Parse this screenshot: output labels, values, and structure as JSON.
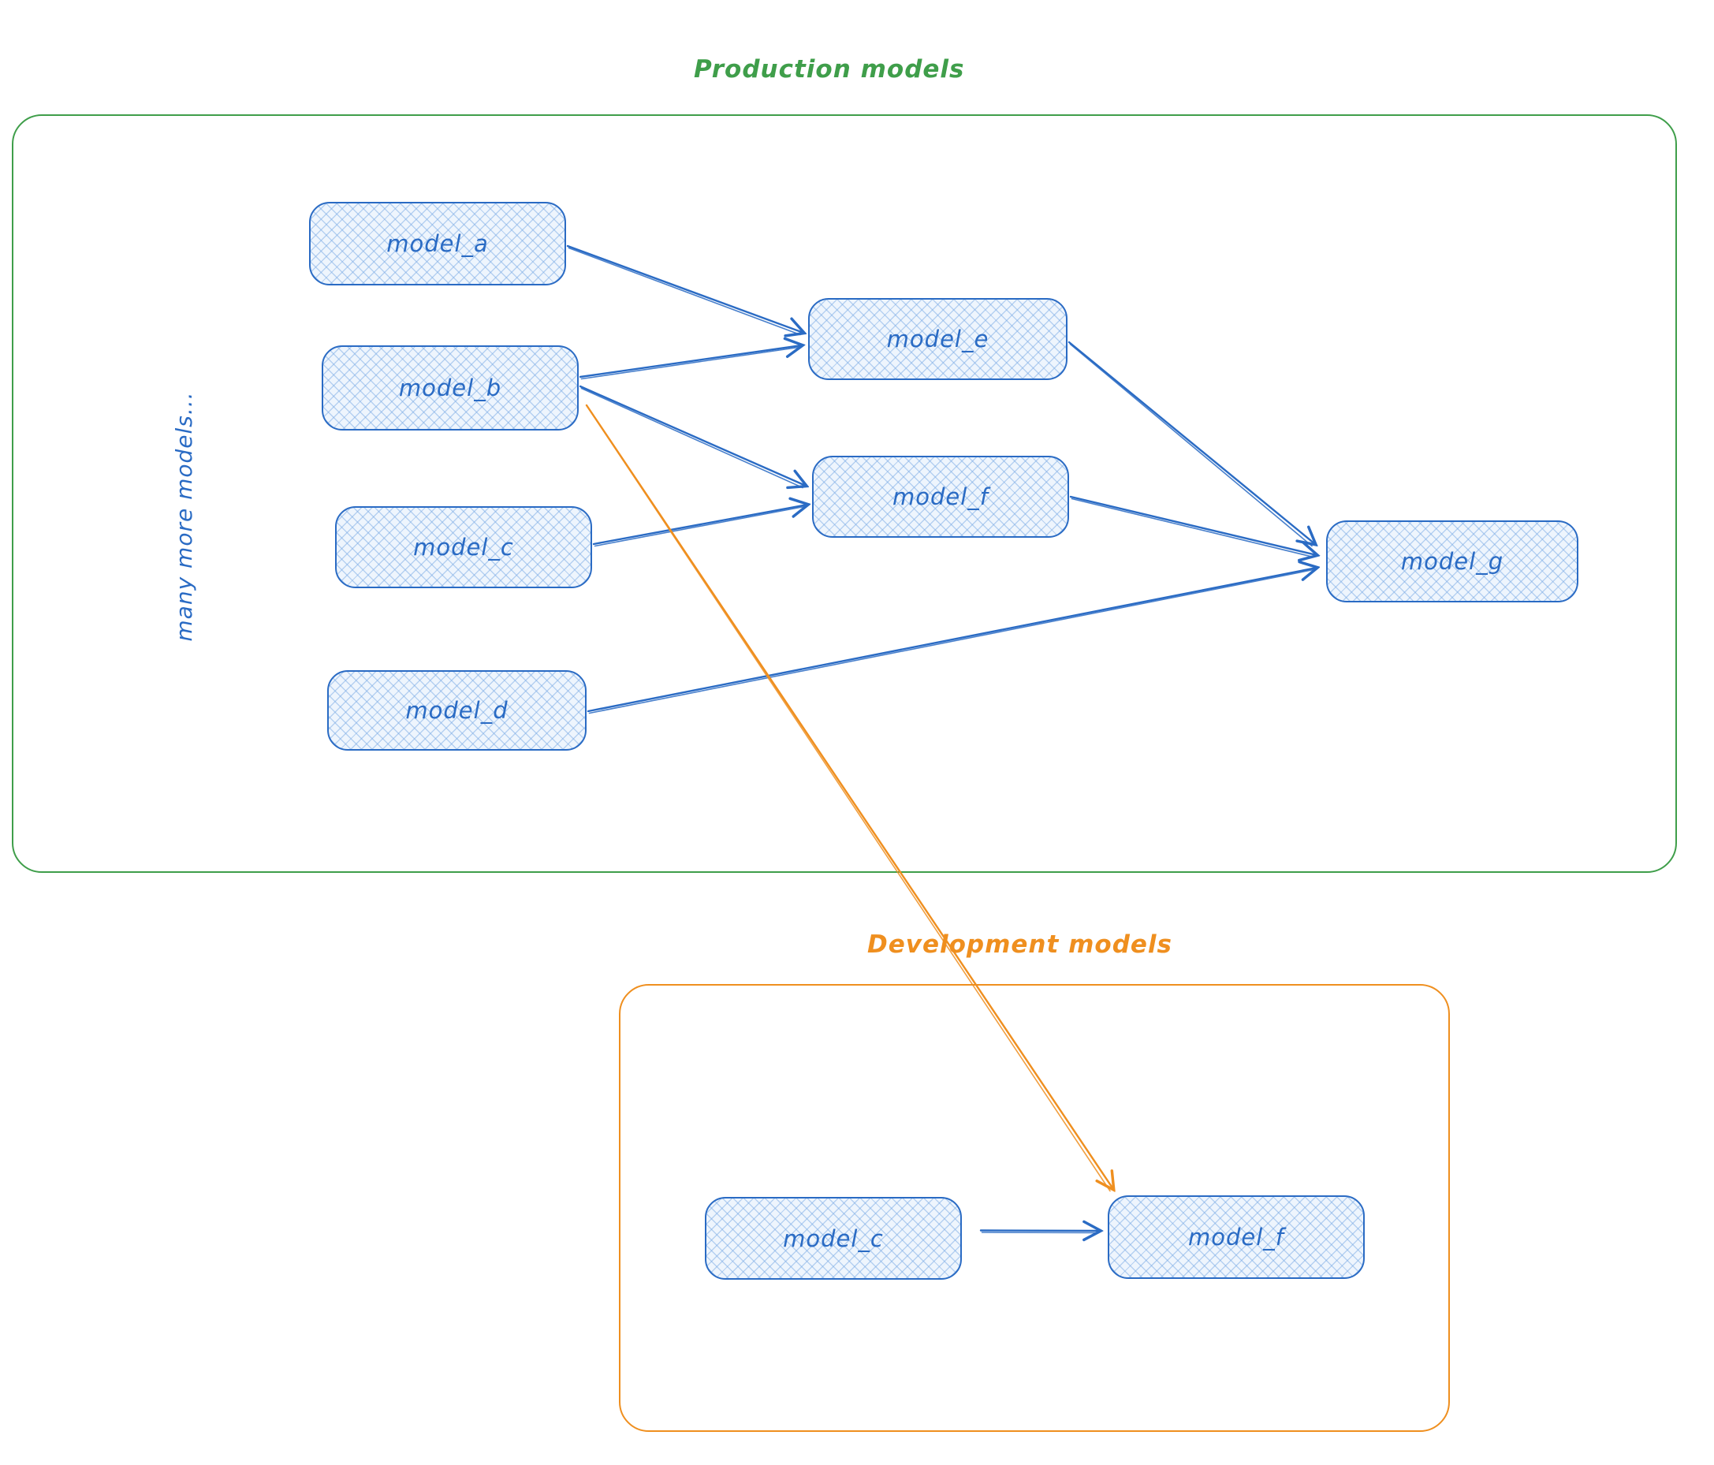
{
  "colors": {
    "blue": "#2a6bc4",
    "green": "#3f9e4a",
    "orange": "#ef8f1f"
  },
  "groups": {
    "production": {
      "title": "Production models",
      "note": "many more models...",
      "nodes": {
        "model_a": "model_a",
        "model_b": "model_b",
        "model_c": "model_c",
        "model_d": "model_d",
        "model_e": "model_e",
        "model_f": "model_f",
        "model_g": "model_g"
      }
    },
    "development": {
      "title": "Development models",
      "nodes": {
        "model_c": "model_c",
        "model_f": "model_f"
      }
    }
  },
  "edges": [
    {
      "from": "prod-model_a",
      "to": "prod-model_e",
      "color": "blue",
      "from_side": "right",
      "to_side": "left",
      "from_offset": [
        2,
        3
      ],
      "to_offset": [
        -6,
        -8
      ]
    },
    {
      "from": "prod-model_b",
      "to": "prod-model_e",
      "color": "blue",
      "from_side": "right",
      "to_side": "left",
      "from_offset": [
        2,
        -14
      ],
      "to_offset": [
        -8,
        8
      ]
    },
    {
      "from": "prod-model_b",
      "to": "prod-model_f",
      "color": "blue",
      "from_side": "right",
      "to_side": "left",
      "from_offset": [
        2,
        -2
      ],
      "to_offset": [
        -8,
        -14
      ]
    },
    {
      "from": "prod-model_c",
      "to": "prod-model_f",
      "color": "blue",
      "from_side": "right",
      "to_side": "left",
      "from_offset": [
        2,
        -4
      ],
      "to_offset": [
        -6,
        10
      ]
    },
    {
      "from": "prod-model_e",
      "to": "prod-model_g",
      "color": "blue",
      "from_side": "right",
      "to_side": "left",
      "from_offset": [
        2,
        4
      ],
      "to_offset": [
        -14,
        -22
      ]
    },
    {
      "from": "prod-model_f",
      "to": "prod-model_g",
      "color": "blue",
      "from_side": "right",
      "to_side": "left",
      "from_offset": [
        2,
        0
      ],
      "to_offset": [
        -12,
        -8
      ]
    },
    {
      "from": "prod-model_d",
      "to": "prod-model_g",
      "color": "blue",
      "from_side": "right",
      "to_side": "left",
      "from_offset": [
        2,
        1
      ],
      "to_offset": [
        -12,
        8
      ]
    },
    {
      "from": "dev-model_c",
      "to": "dev-model_f",
      "color": "blue",
      "from_side": "right",
      "to_side": "left",
      "from_offset": [
        24,
        -10
      ],
      "to_offset": [
        -10,
        -8
      ]
    },
    {
      "from": "prod-model_b",
      "to": "dev-model_f",
      "color": "orange",
      "from_side": "right",
      "to_side": "top-left",
      "from_offset": [
        10,
        22
      ],
      "to_offset": [
        3,
        -8
      ]
    }
  ]
}
